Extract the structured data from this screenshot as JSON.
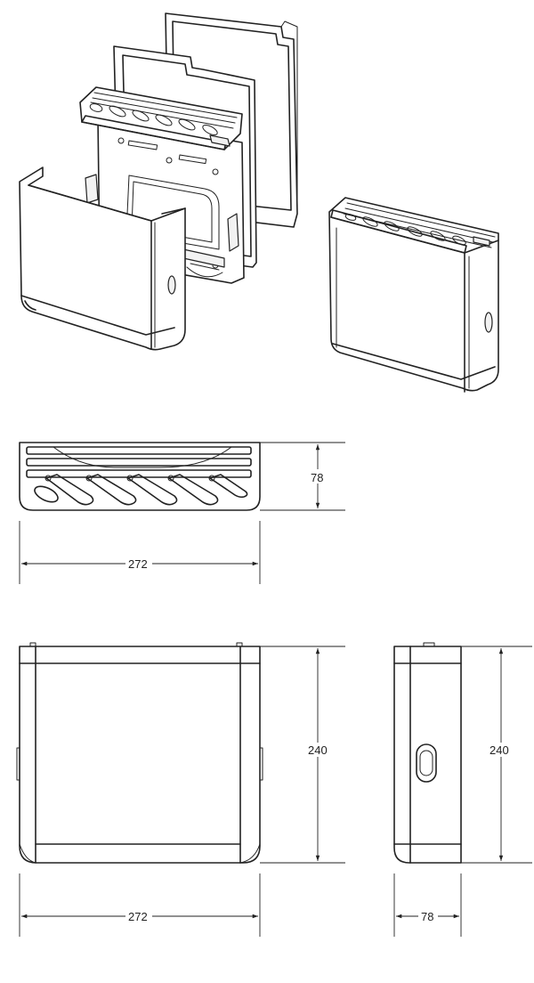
{
  "dimensions": {
    "top_view_depth": "78",
    "top_view_width": "272",
    "front_view_width": "272",
    "front_view_height": "240",
    "side_view_height": "240",
    "side_view_depth": "78"
  },
  "colors": {
    "line": "#222222",
    "background": "#ffffff"
  }
}
